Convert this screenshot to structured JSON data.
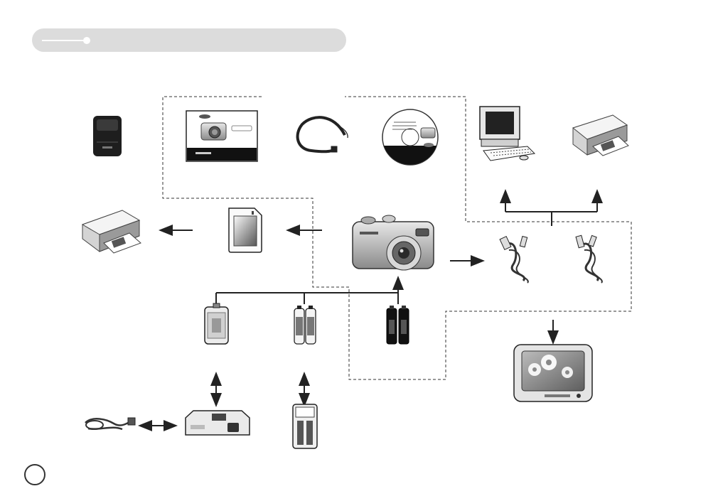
{
  "page": {
    "header_title": "",
    "page_number": ""
  },
  "items": [
    {
      "id": "camera-case",
      "label": ""
    },
    {
      "id": "user-manual",
      "label": ""
    },
    {
      "id": "camera-strap",
      "label": ""
    },
    {
      "id": "software-cd",
      "label": ""
    },
    {
      "id": "pc",
      "label": ""
    },
    {
      "id": "printer",
      "label": ""
    },
    {
      "id": "pictbridge-printer",
      "label": ""
    },
    {
      "id": "sd-card",
      "label": ""
    },
    {
      "id": "digital-camera",
      "label": ""
    },
    {
      "id": "usb-cable",
      "label": ""
    },
    {
      "id": "av-cable",
      "label": ""
    },
    {
      "id": "rechargeable-battery",
      "label": ""
    },
    {
      "id": "ni-mh-batteries",
      "label": ""
    },
    {
      "id": "alkaline-batteries",
      "label": ""
    },
    {
      "id": "ac-cord",
      "label": ""
    },
    {
      "id": "cradle-charger",
      "label": ""
    },
    {
      "id": "battery-charger",
      "label": ""
    },
    {
      "id": "tv",
      "label": ""
    }
  ],
  "colors": {
    "header": "#dcdcdc",
    "dashed": "#333333",
    "arrow": "#222222"
  }
}
